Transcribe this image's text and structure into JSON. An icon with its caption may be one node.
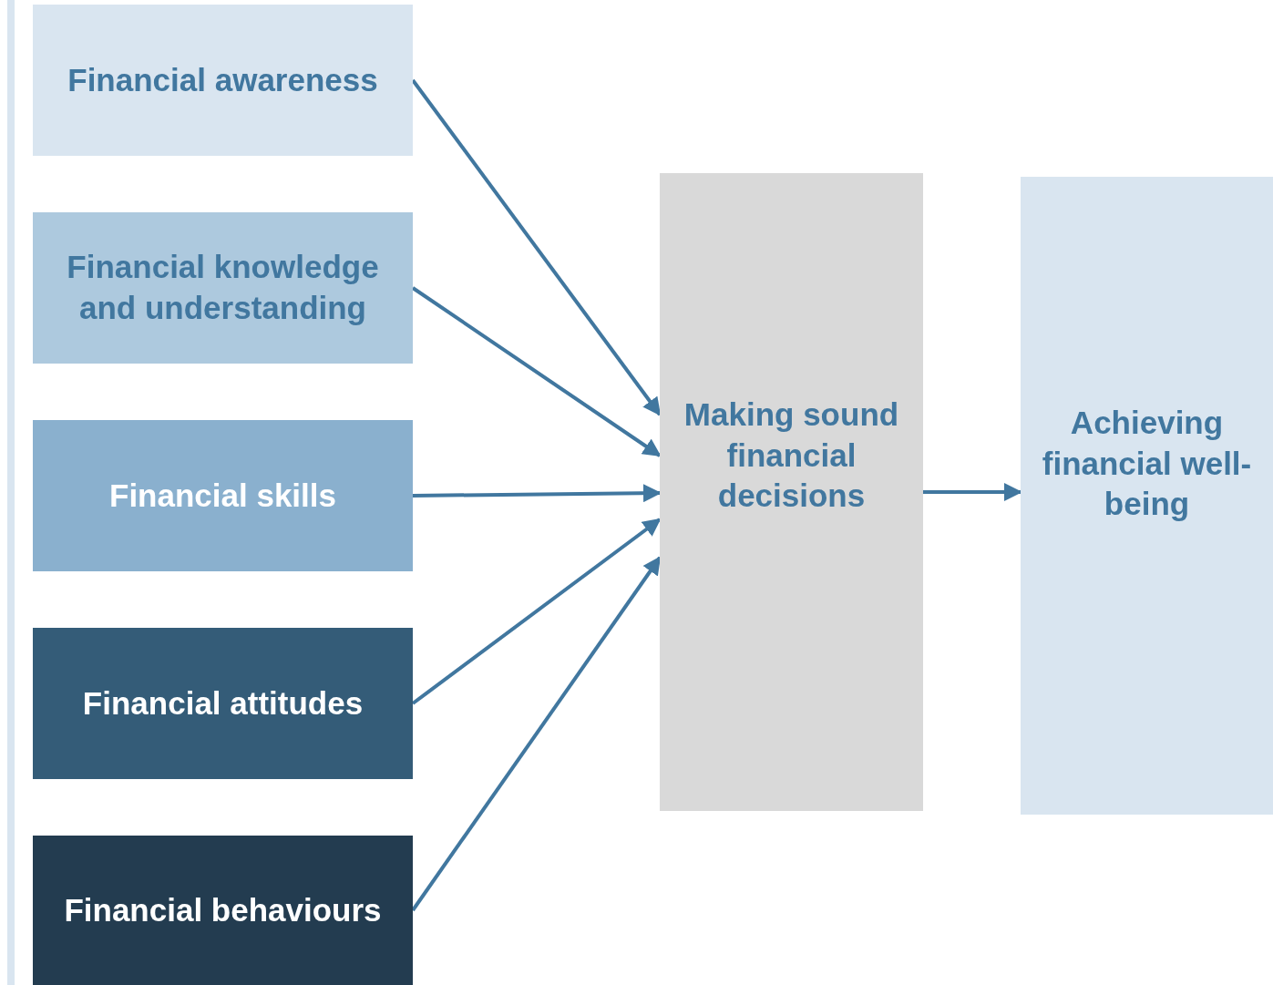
{
  "diagram": {
    "nodes": [
      {
        "text": [
          "Financial awareness"
        ]
      },
      {
        "text": [
          "Financial knowledge and understanding"
        ]
      },
      {
        "text": [
          "Financial skills"
        ]
      },
      {
        "text": [
          "Financial attitudes"
        ]
      },
      {
        "text": [
          "Financial behaviours"
        ]
      },
      {
        "text": [
          "Making sound financial decisions"
        ]
      },
      {
        "text": [
          "Achieving financial well-being"
        ]
      }
    ],
    "edges": [
      {
        "from": 0,
        "to": 5,
        "arrow": "to"
      },
      {
        "from": 1,
        "to": 5,
        "arrow": "to"
      },
      {
        "from": 2,
        "to": 5,
        "arrow": "to"
      },
      {
        "from": 3,
        "to": 5,
        "arrow": "to"
      },
      {
        "from": 4,
        "to": 5,
        "arrow": "to"
      },
      {
        "from": 5,
        "to": 6,
        "arrow": "to"
      }
    ]
  }
}
